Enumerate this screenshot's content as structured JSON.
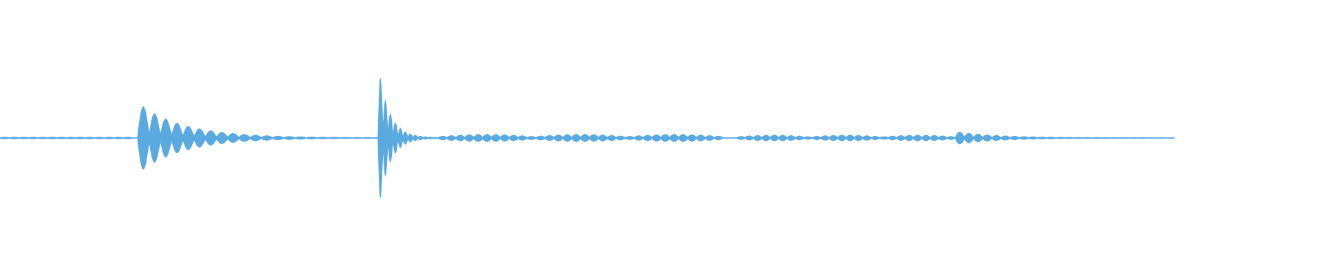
{
  "waveform": {
    "color": "#5aaae0",
    "background": "#ffffff",
    "duration_fraction_drawn": 0.885,
    "bursts": [
      {
        "start": 0.0,
        "end": 0.1,
        "peak": 0.012,
        "cycles": 14,
        "decay": "flat"
      },
      {
        "start": 0.104,
        "end": 0.29,
        "peak": 0.47,
        "cycles": 22,
        "decay": "exponential"
      },
      {
        "start": 0.285,
        "end": 0.33,
        "peak": 1.0,
        "cycles": 12,
        "decay": "exponential"
      },
      {
        "start": 0.33,
        "end": 0.545,
        "peak": 0.045,
        "cycles": 32,
        "decay": "bumps"
      },
      {
        "start": 0.555,
        "end": 0.72,
        "peak": 0.035,
        "cycles": 26,
        "decay": "bumps"
      },
      {
        "start": 0.72,
        "end": 0.885,
        "peak": 0.085,
        "cycles": 24,
        "decay": "exponential"
      }
    ]
  }
}
